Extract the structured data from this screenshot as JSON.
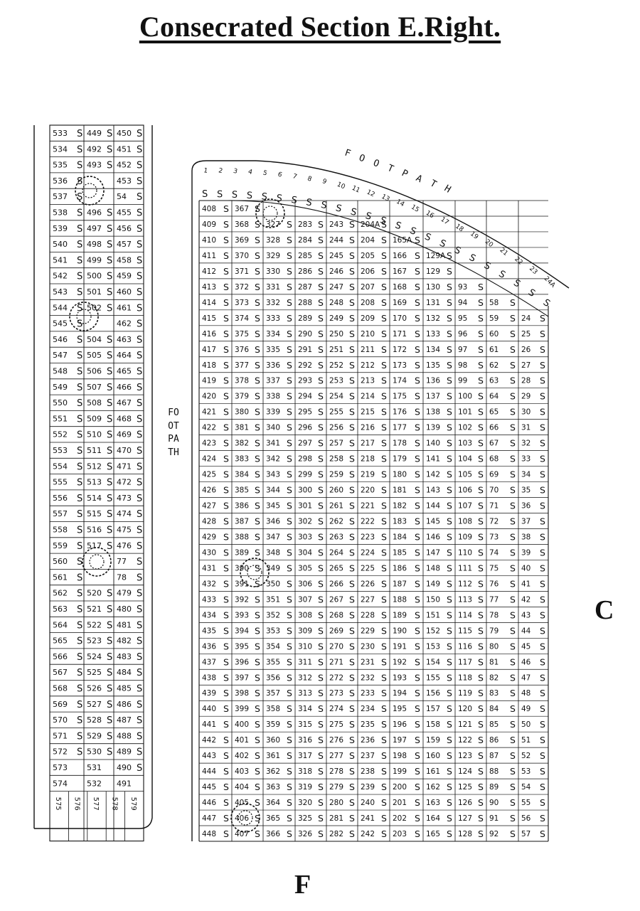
{
  "title": "Consecrated Section E.Right.",
  "footpath_label": "FOOTPATH",
  "compass_letters": {
    "east": "C",
    "south": "F"
  },
  "marker": "S",
  "left_strip": {
    "rows": [
      [
        [
          "533",
          "S"
        ],
        [
          "449",
          "S"
        ],
        [
          "450",
          "S"
        ]
      ],
      [
        [
          "534",
          "S"
        ],
        [
          "492",
          "S"
        ],
        [
          "451",
          "S"
        ]
      ],
      [
        [
          "535",
          "S"
        ],
        [
          "493",
          "S"
        ],
        [
          "452",
          "S"
        ]
      ],
      [
        [
          "536",
          "S"
        ],
        [
          "",
          ""
        ],
        [
          "453",
          "S"
        ]
      ],
      [
        [
          "537",
          "S"
        ],
        [
          "",
          ""
        ],
        [
          "54",
          "S"
        ]
      ],
      [
        [
          "538",
          "S"
        ],
        [
          "496",
          "S"
        ],
        [
          "455",
          "S"
        ]
      ],
      [
        [
          "539",
          "S"
        ],
        [
          "497",
          "S"
        ],
        [
          "456",
          "S"
        ]
      ],
      [
        [
          "540",
          "S"
        ],
        [
          "498",
          "S"
        ],
        [
          "457",
          "S"
        ]
      ],
      [
        [
          "541",
          "S"
        ],
        [
          "499",
          "S"
        ],
        [
          "458",
          "S"
        ]
      ],
      [
        [
          "542",
          "S"
        ],
        [
          "500",
          "S"
        ],
        [
          "459",
          "S"
        ]
      ],
      [
        [
          "543",
          "S"
        ],
        [
          "501",
          "S"
        ],
        [
          "460",
          "S"
        ]
      ],
      [
        [
          "544",
          "S"
        ],
        [
          "502",
          "S"
        ],
        [
          "461",
          "S"
        ]
      ],
      [
        [
          "545",
          "S"
        ],
        [
          "",
          ""
        ],
        [
          "462",
          "S"
        ]
      ],
      [
        [
          "546",
          "S"
        ],
        [
          "504",
          "S"
        ],
        [
          "463",
          "S"
        ]
      ],
      [
        [
          "547",
          "S"
        ],
        [
          "505",
          "S"
        ],
        [
          "464",
          "S"
        ]
      ],
      [
        [
          "548",
          "S"
        ],
        [
          "506",
          "S"
        ],
        [
          "465",
          "S"
        ]
      ],
      [
        [
          "549",
          "S"
        ],
        [
          "507",
          "S"
        ],
        [
          "466",
          "S"
        ]
      ],
      [
        [
          "550",
          "S"
        ],
        [
          "508",
          "S"
        ],
        [
          "467",
          "S"
        ]
      ],
      [
        [
          "551",
          "S"
        ],
        [
          "509",
          "S"
        ],
        [
          "468",
          "S"
        ]
      ],
      [
        [
          "552",
          "S"
        ],
        [
          "510",
          "S"
        ],
        [
          "469",
          "S"
        ]
      ],
      [
        [
          "553",
          "S"
        ],
        [
          "511",
          "S"
        ],
        [
          "470",
          "S"
        ]
      ],
      [
        [
          "554",
          "S"
        ],
        [
          "512",
          "S"
        ],
        [
          "471",
          "S"
        ]
      ],
      [
        [
          "555",
          "S"
        ],
        [
          "513",
          "S"
        ],
        [
          "472",
          "S"
        ]
      ],
      [
        [
          "556",
          "S"
        ],
        [
          "514",
          "S"
        ],
        [
          "473",
          "S"
        ]
      ],
      [
        [
          "557",
          "S"
        ],
        [
          "515",
          "S"
        ],
        [
          "474",
          "S"
        ]
      ],
      [
        [
          "558",
          "S"
        ],
        [
          "516",
          "S"
        ],
        [
          "475",
          "S"
        ]
      ],
      [
        [
          "559",
          "S"
        ],
        [
          "517",
          "S"
        ],
        [
          "476",
          "S"
        ]
      ],
      [
        [
          "560",
          "S"
        ],
        [
          "",
          ""
        ],
        [
          "77",
          "S"
        ]
      ],
      [
        [
          "561",
          "S"
        ],
        [
          "",
          ""
        ],
        [
          "78",
          "S"
        ]
      ],
      [
        [
          "562",
          "S"
        ],
        [
          "520",
          "S"
        ],
        [
          "479",
          "S"
        ]
      ],
      [
        [
          "563",
          "S"
        ],
        [
          "521",
          "S"
        ],
        [
          "480",
          "S"
        ]
      ],
      [
        [
          "564",
          "S"
        ],
        [
          "522",
          "S"
        ],
        [
          "481",
          "S"
        ]
      ],
      [
        [
          "565",
          "S"
        ],
        [
          "523",
          "S"
        ],
        [
          "482",
          "S"
        ]
      ],
      [
        [
          "566",
          "S"
        ],
        [
          "524",
          "S"
        ],
        [
          "483",
          "S"
        ]
      ],
      [
        [
          "567",
          "S"
        ],
        [
          "525",
          "S"
        ],
        [
          "484",
          "S"
        ]
      ],
      [
        [
          "568",
          "S"
        ],
        [
          "526",
          "S"
        ],
        [
          "485",
          "S"
        ]
      ],
      [
        [
          "569",
          "S"
        ],
        [
          "527",
          "S"
        ],
        [
          "486",
          "S"
        ]
      ],
      [
        [
          "570",
          "S"
        ],
        [
          "528",
          "S"
        ],
        [
          "487",
          "S"
        ]
      ],
      [
        [
          "571",
          "S"
        ],
        [
          "529",
          "S"
        ],
        [
          "488",
          "S"
        ]
      ],
      [
        [
          "572",
          "S"
        ],
        [
          "530",
          "S"
        ],
        [
          "489",
          "S"
        ]
      ],
      [
        [
          "573",
          ""
        ],
        [
          "531",
          ""
        ],
        [
          "490",
          "S"
        ]
      ],
      [
        [
          "574",
          ""
        ],
        [
          "532",
          ""
        ],
        [
          "491",
          ""
        ]
      ]
    ],
    "bottom_vertical": [
      "575",
      "576",
      "577",
      "578",
      "579"
    ]
  },
  "right_block": {
    "top_arc": [
      "1",
      "2",
      "3",
      "4",
      "5",
      "6",
      "7",
      "8",
      "9",
      "10",
      "11",
      "12",
      "13",
      "14",
      "15",
      "16",
      "17",
      "18",
      "19",
      "20",
      "21",
      "22",
      "23",
      "24A"
    ],
    "top_arc_markers": "S",
    "columns": [
      {
        "start": 408,
        "end": 448
      },
      {
        "start": 367,
        "end": 407
      },
      {
        "start": 327,
        "end": 366,
        "top_blank": 1
      },
      {
        "start": 283,
        "end": 326,
        "top_blank": 1,
        "prefix": [
          "283",
          "284",
          "285",
          "286",
          "287",
          "288",
          "289",
          "290",
          "291",
          "292",
          "293",
          "294",
          "295",
          "296",
          "297",
          "298",
          "299",
          "300",
          "301",
          "302",
          "303",
          "304",
          "305",
          "306",
          "307",
          "308",
          "309",
          "310",
          "311",
          "312",
          "313",
          "314",
          "315",
          "316",
          "317",
          "318",
          "319",
          "320",
          "325",
          "326"
        ]
      },
      {
        "prefix": [
          "243",
          "244",
          "245",
          "246",
          "247",
          "248",
          "249",
          "250",
          "251",
          "252",
          "253",
          "254",
          "255",
          "256",
          "257",
          "258",
          "259",
          "260",
          "261",
          "262",
          "263",
          "264",
          "265",
          "266",
          "267",
          "268",
          "269",
          "270",
          "271",
          "272",
          "273",
          "274",
          "275",
          "276",
          "277",
          "278",
          "279",
          "280",
          "281",
          "282"
        ]
      },
      {
        "prefix": [
          "204A",
          "204",
          "205",
          "206",
          "207",
          "208",
          "209",
          "210",
          "211",
          "212",
          "213",
          "214",
          "215",
          "216",
          "217",
          "218",
          "219",
          "220",
          "221",
          "222",
          "223",
          "224",
          "225",
          "226",
          "227",
          "228",
          "229",
          "230",
          "231",
          "232",
          "233",
          "234",
          "235",
          "236",
          "237",
          "238",
          "239",
          "240",
          "241",
          "242"
        ]
      },
      {
        "prefix": [
          "165A",
          "166",
          "167",
          "168",
          "169",
          "170",
          "171",
          "172",
          "173",
          "174",
          "175",
          "176",
          "177",
          "178",
          "179",
          "180",
          "181",
          "182",
          "183",
          "184",
          "185",
          "186",
          "187",
          "188",
          "189",
          "190",
          "191",
          "192",
          "193",
          "194",
          "195",
          "196",
          "197",
          "198",
          "199",
          "200",
          "201",
          "202",
          "203"
        ]
      },
      {
        "prefix": [
          "129A",
          "129",
          "130",
          "131",
          "132",
          "133",
          "134",
          "135",
          "136",
          "137",
          "138",
          "139",
          "140",
          "141",
          "142",
          "143",
          "144",
          "145",
          "146",
          "147",
          "148",
          "149",
          "150",
          "151",
          "152",
          "153",
          "154",
          "155",
          "156",
          "157",
          "158",
          "159",
          "160",
          "161",
          "162",
          "163",
          "164",
          "165"
        ]
      },
      {
        "prefix": [
          "93",
          "94",
          "95",
          "96",
          "97",
          "98",
          "99",
          "100",
          "101",
          "102",
          "103",
          "104",
          "105",
          "106",
          "107",
          "108",
          "109",
          "110",
          "111",
          "112",
          "113",
          "114",
          "115",
          "116",
          "117",
          "118",
          "119",
          "120",
          "121",
          "122",
          "123",
          "124",
          "125",
          "126",
          "127",
          "128"
        ]
      },
      {
        "prefix": [
          "58",
          "59",
          "60",
          "61",
          "62",
          "63",
          "64",
          "65",
          "66",
          "67",
          "68",
          "69",
          "70",
          "71",
          "72",
          "73",
          "74",
          "75",
          "76",
          "77",
          "78",
          "79",
          "80",
          "81",
          "82",
          "83",
          "84",
          "85",
          "86",
          "87",
          "88",
          "89",
          "90",
          "91",
          "92"
        ]
      },
      {
        "prefix": [
          "24",
          "25",
          "26",
          "27",
          "28",
          "29",
          "30",
          "31",
          "32",
          "33",
          "34",
          "35",
          "36",
          "37",
          "38",
          "39",
          "40",
          "41",
          "42",
          "43",
          "44",
          "45",
          "46",
          "47",
          "48",
          "49",
          "50",
          "51",
          "52",
          "53",
          "54",
          "55",
          "56",
          "57"
        ]
      }
    ]
  }
}
